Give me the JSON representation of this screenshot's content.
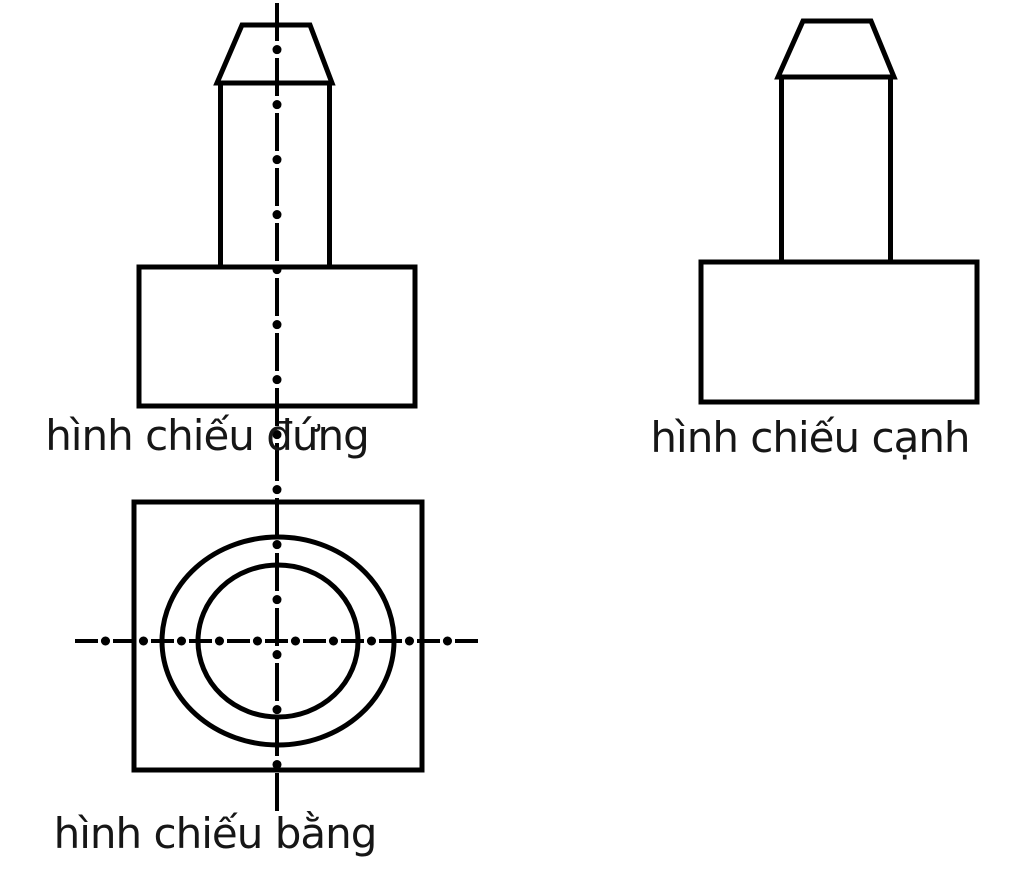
{
  "page": {
    "background_color": "#ffffff",
    "line_color": "#000000",
    "text_color": "#161616"
  },
  "diagram": {
    "kind": "orthographic-projection-technical-drawing",
    "views": [
      {
        "id": "front-view",
        "label": "hình chiếu đứng"
      },
      {
        "id": "side-view",
        "label": "hình chiếu cạnh"
      },
      {
        "id": "top-view",
        "label": "hình chiếu bằng"
      }
    ]
  }
}
